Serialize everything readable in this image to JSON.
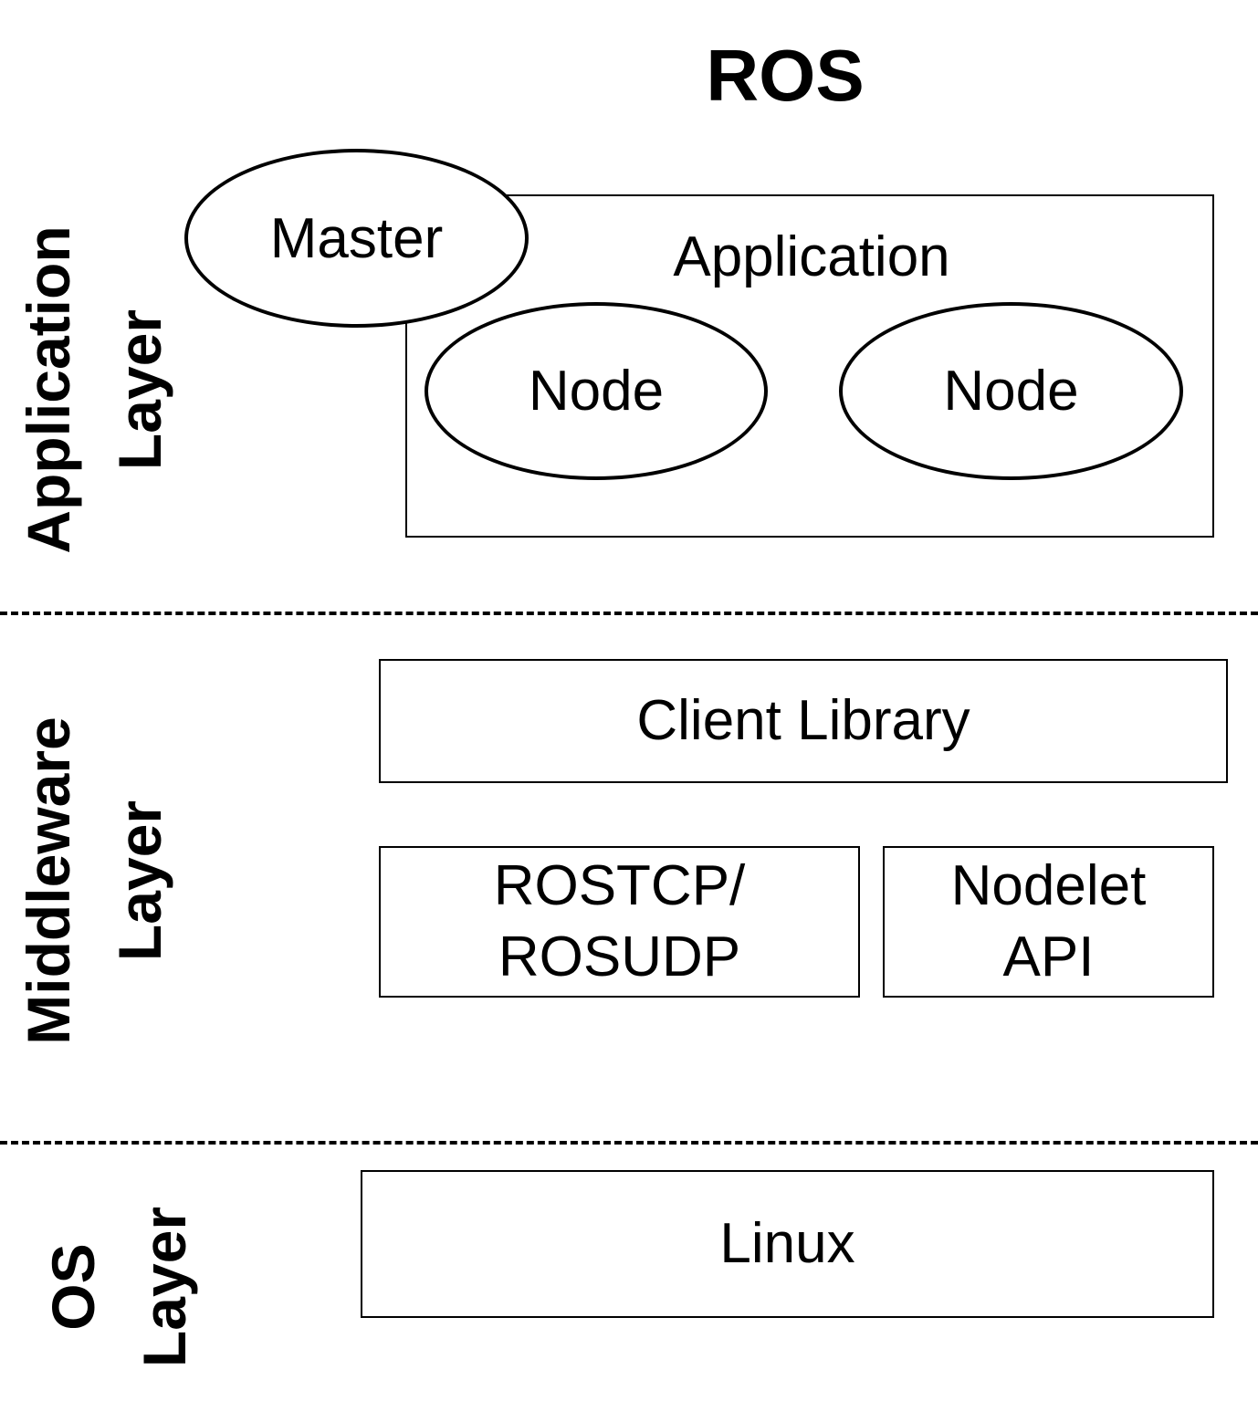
{
  "title": "ROS",
  "layers": {
    "application": {
      "line1": "Application",
      "line2": "Layer"
    },
    "middleware": {
      "line1": "Middleware",
      "line2": "Layer"
    },
    "os": {
      "line1": "OS",
      "line2": "Layer"
    }
  },
  "application_layer": {
    "container_label": "Application",
    "master_label": "Master",
    "nodes": [
      "Node",
      "Node"
    ]
  },
  "middleware_layer": {
    "client_library": "Client Library",
    "transport": {
      "line1": "ROSTCP/",
      "line2": "ROSUDP"
    },
    "nodelet": {
      "line1": "Nodelet",
      "line2": "API"
    }
  },
  "os_layer": {
    "os_label": "Linux"
  }
}
